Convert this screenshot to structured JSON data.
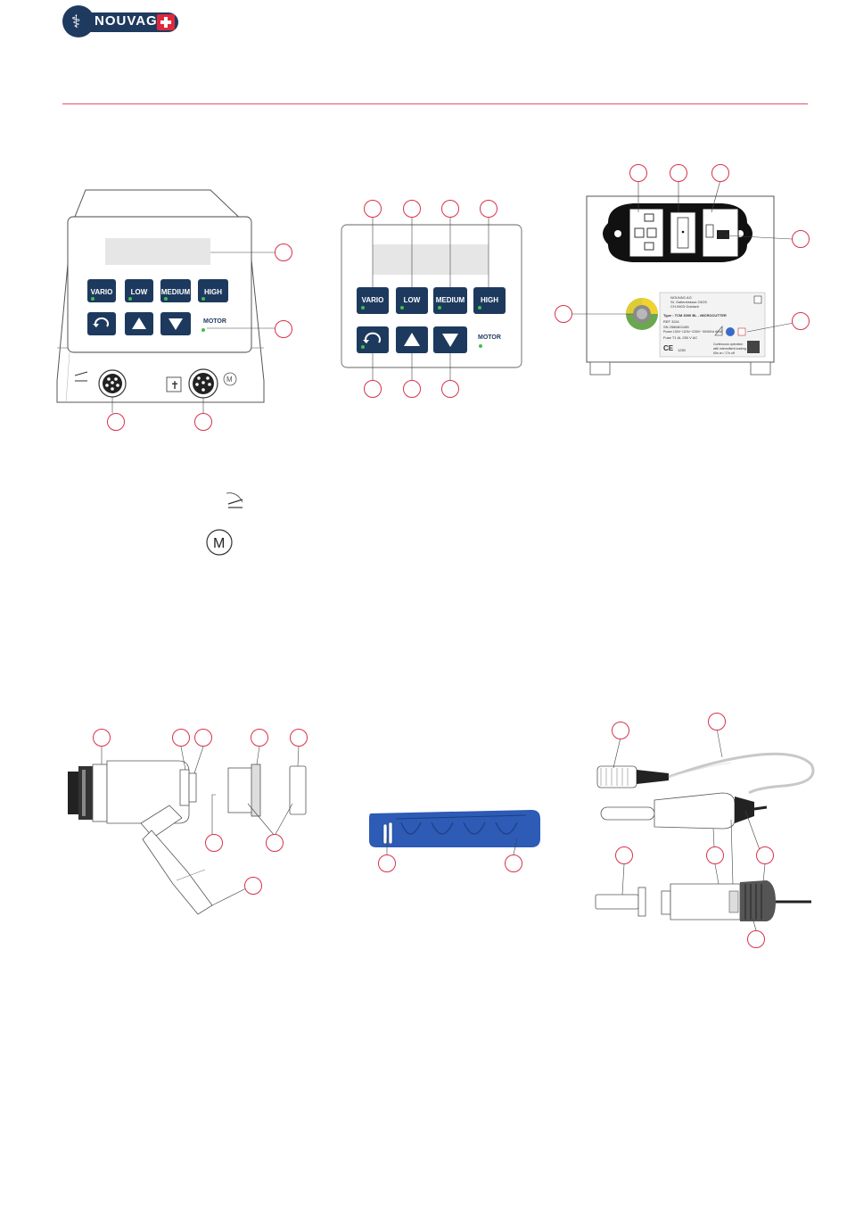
{
  "brand": {
    "name": "NOUVAG"
  },
  "colors": {
    "accent": "#e0283c",
    "rule": "#e8506a",
    "navy": "#1d3a5e",
    "led": "#3ec14b",
    "handpiece_blue": "#2d5bb5"
  },
  "front_panel": {
    "keys": [
      "VARIO",
      "LOW",
      "MEDIUM",
      "HIGH"
    ],
    "motor_label": "MOTOR"
  },
  "control_panel": {
    "keys": [
      "VARIO",
      "LOW",
      "MEDIUM",
      "HIGH"
    ],
    "motor_label": "MOTOR"
  },
  "rear_label": {
    "lines": [
      "NOUVAG AG",
      "St. Gallerstrasse 23/25",
      "CH-9403 Goldach",
      "Type : TCM 3000 BL - MICROCUTTER",
      "REF  3241",
      "SN   25868/11/85",
      "Power  100V~/115V~/230V~   50/60Hz   60VA",
      "Fuse   T1 AL 250 V AC",
      "Continuous operation",
      "with intermittent loading",
      "60s on / 17s off",
      "CE",
      "1250"
    ]
  },
  "icons": {
    "footswitch_symbol": "footswitch-icon",
    "motor_symbol": "motor-m-icon",
    "motor_letter": "M",
    "patient_symbol": "patient-bf-icon"
  }
}
